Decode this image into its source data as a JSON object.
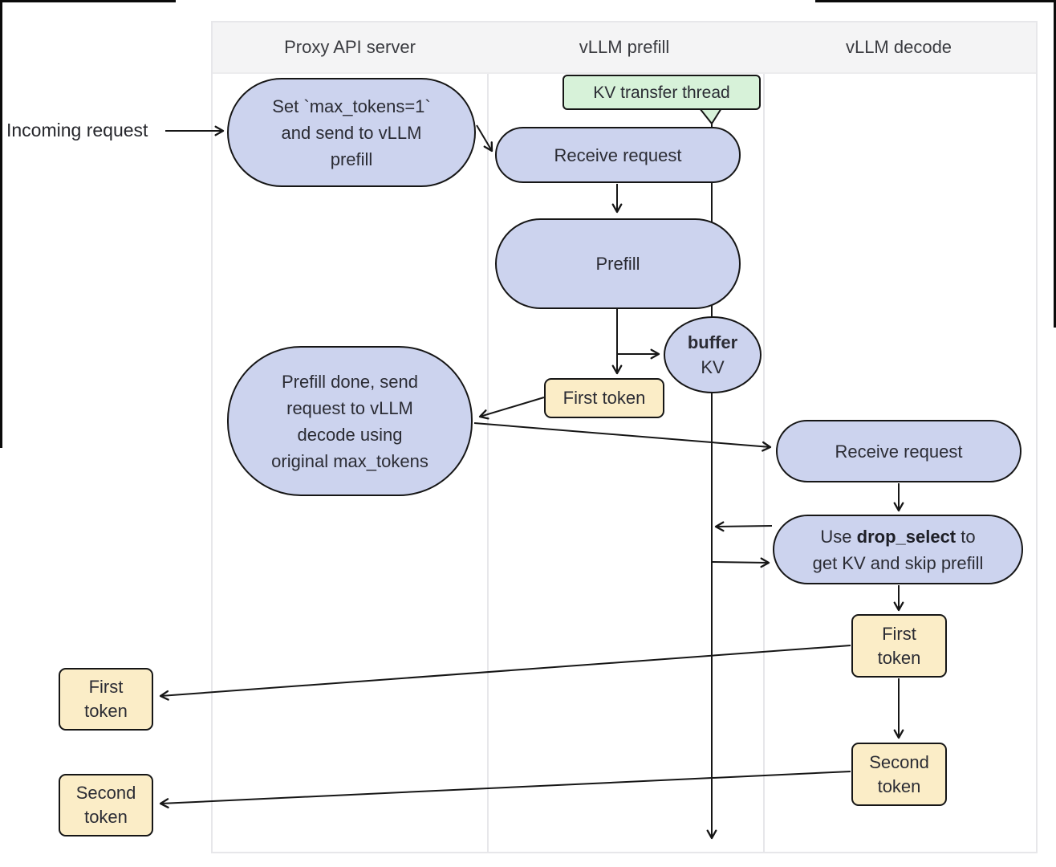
{
  "lanes": [
    {
      "label": "Proxy API server"
    },
    {
      "label": "vLLM prefill"
    },
    {
      "label": "vLLM decode"
    }
  ],
  "labels": {
    "incoming_request": "Incoming request"
  },
  "nodes": {
    "kv_transfer_thread": {
      "label": "KV transfer thread"
    },
    "set_max_tokens": {
      "lines": [
        "Set `max_tokens=1`",
        "and send to vLLM",
        "prefill"
      ]
    },
    "receive_request_prefill": {
      "label": "Receive request"
    },
    "prefill": {
      "label": "Prefill"
    },
    "buffer_kv": {
      "line1_bold": "buffer",
      "line2": "KV"
    },
    "first_token_prefill": {
      "label": "First token"
    },
    "prefill_done": {
      "lines": [
        "Prefill done, send",
        "request to vLLM",
        "decode using",
        "original max_tokens"
      ]
    },
    "receive_request_decode": {
      "label": "Receive request"
    },
    "drop_select": {
      "line1_pre": "Use ",
      "line1_bold": "drop_select",
      "line1_post": " to",
      "line2": "get KV and skip prefill"
    },
    "first_token_decode": {
      "lines": [
        "First",
        "token"
      ]
    },
    "second_token_decode": {
      "lines": [
        "Second",
        "token"
      ]
    },
    "first_token_out": {
      "lines": [
        "First",
        "token"
      ]
    },
    "second_token_out": {
      "lines": [
        "Second",
        "token"
      ]
    }
  },
  "colors": {
    "process_fill": "#ccd3ee",
    "token_fill": "#fbedc7",
    "thread_fill": "#d7f2d9",
    "node_border": "#161616",
    "lane_header_bg": "#f4f4f5",
    "lane_border": "#e7e7ea",
    "arrow": "#161616"
  }
}
